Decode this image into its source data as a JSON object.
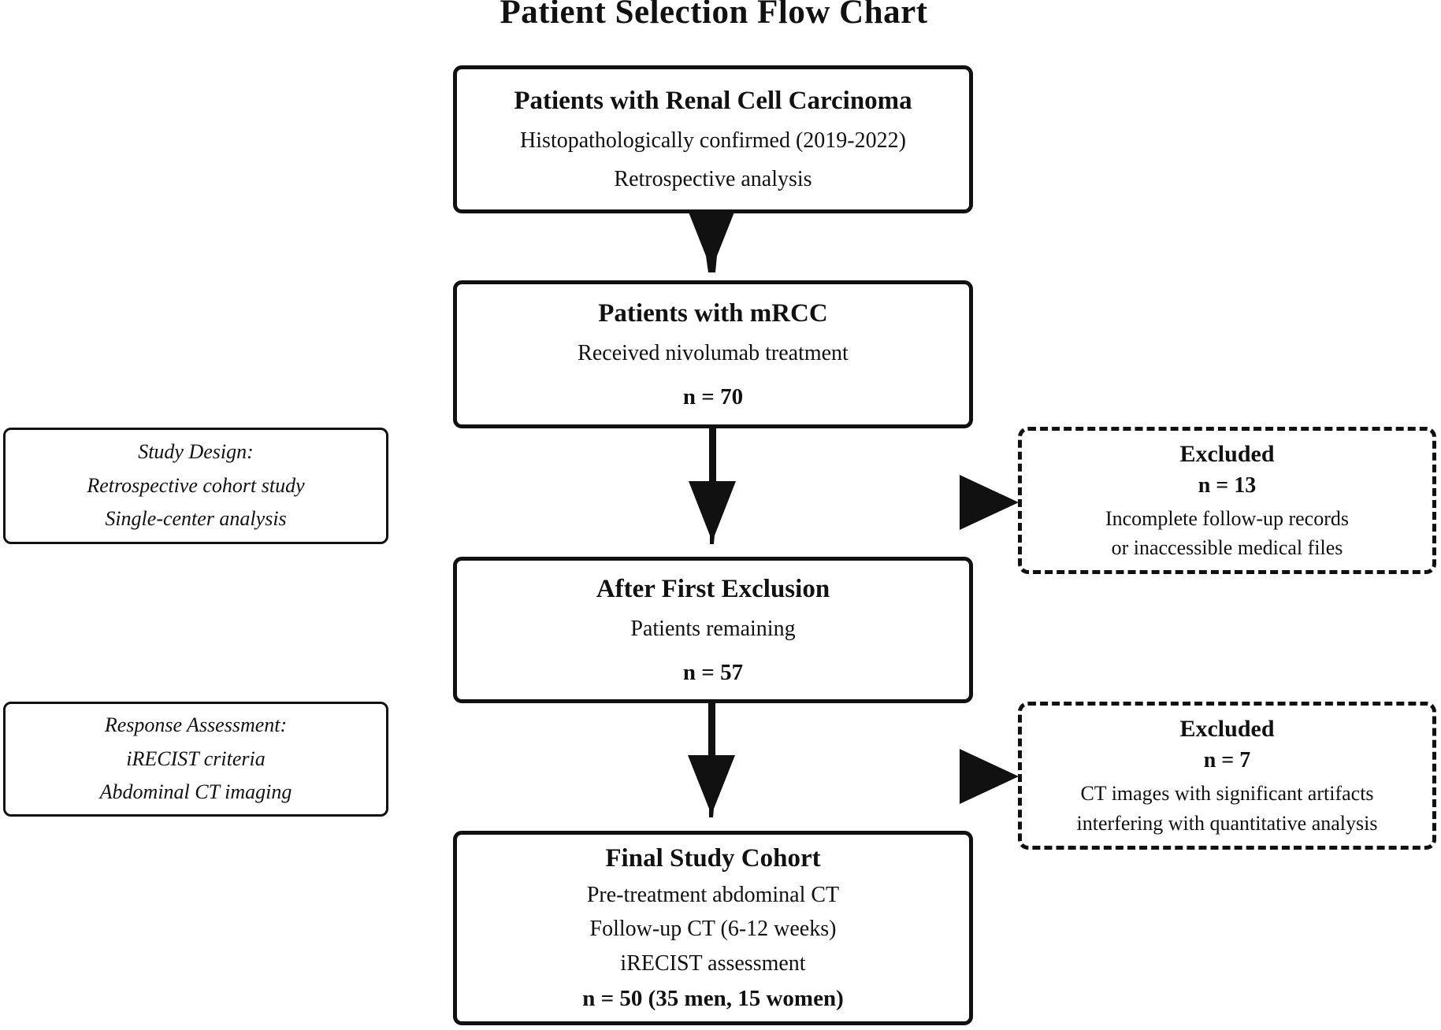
{
  "title": "Patient Selection Flow Chart",
  "colors": {
    "ink": "#111111",
    "background": "#ffffff"
  },
  "boxes": {
    "rcc": {
      "title": "Patients with Renal Cell Carcinoma",
      "line1": "Histopathologically confirmed (2019-2022)",
      "line2": "Retrospective analysis"
    },
    "mrcc": {
      "title": "Patients with mRCC",
      "line1": "Received nivolumab treatment",
      "n": "n = 70"
    },
    "after_first_exclusion": {
      "title": "After First Exclusion",
      "line1": "Patients remaining",
      "n": "n = 57"
    },
    "final_cohort": {
      "title": "Final Study Cohort",
      "line1": "Pre-treatment abdominal CT",
      "line2": "Follow-up CT (6-12 weeks)",
      "line3": "iRECIST assessment",
      "n": "n = 50 (35 men, 15 women)"
    }
  },
  "side_notes": {
    "study_design": {
      "line1": "Study Design:",
      "line2": "Retrospective cohort study",
      "line3": "Single-center analysis"
    },
    "response_assessment": {
      "line1": "Response Assessment:",
      "line2": "iRECIST criteria",
      "line3": "Abdominal CT imaging"
    }
  },
  "exclusions": {
    "first": {
      "title": "Excluded",
      "n": "n = 13",
      "line1": "Incomplete follow-up records",
      "line2": "or inaccessible medical files"
    },
    "second": {
      "title": "Excluded",
      "n": "n = 7",
      "line1": "CT images with significant artifacts",
      "line2": "interfering with quantitative analysis"
    }
  }
}
